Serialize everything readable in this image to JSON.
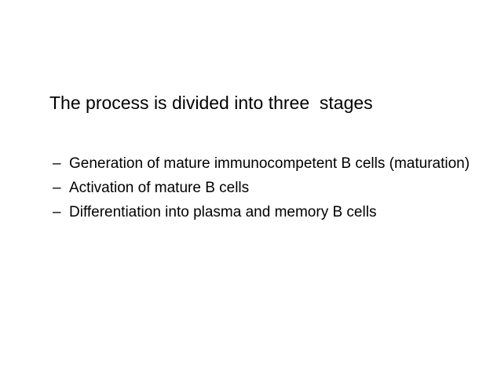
{
  "slide": {
    "heading": "The process is divided into three  stages",
    "bullet_marker": "–",
    "bullets": [
      "Generation of mature immunocompetent B cells (maturation)",
      "Activation of mature B cells",
      "Differentiation into plasma and memory B cells"
    ]
  }
}
